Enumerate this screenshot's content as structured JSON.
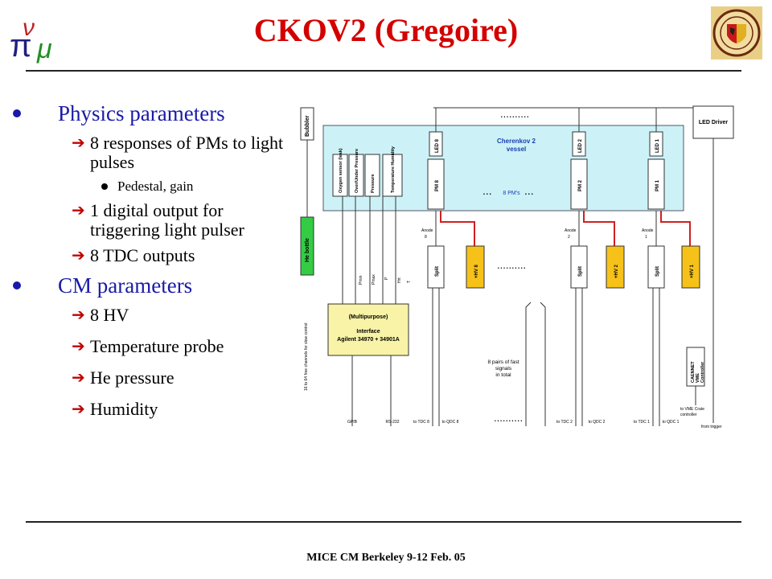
{
  "slide": {
    "title": "CKOV2 (Gregoire)",
    "footer": "MICE CM Berkeley 9-12 Feb. 05"
  },
  "bullets": {
    "physics": {
      "label": "Physics parameters",
      "items": [
        "8 responses of PMs to light pulses",
        "Pedestal, gain",
        "1 digital output for triggering light pulser",
        "8 TDC outputs"
      ]
    },
    "cm": {
      "label": "CM parameters",
      "items": [
        "8 HV",
        "Temperature probe",
        "He pressure",
        "Humidity"
      ]
    }
  },
  "diagram": {
    "bubbler": "Bubbler",
    "he_bottle": "He bottle",
    "led_driver": "LED Driver",
    "vessel_line1": "Cherenkov 2",
    "vessel_line2": "vessel",
    "pms_label": "8 PM's",
    "sensors": [
      "Oxygen sensor (leak)",
      "Over/Under Pressure",
      "Pressure",
      "Temperature Humidity"
    ],
    "leds": [
      "LED 8",
      "LED 2",
      "LED 1"
    ],
    "pms": [
      "PM 8",
      "PM 2",
      "PM 1"
    ],
    "anodes": [
      [
        "Anode",
        "8"
      ],
      [
        "Anode",
        "2"
      ],
      [
        "Anode",
        "1"
      ]
    ],
    "splits": [
      "Split",
      "Split",
      "Split"
    ],
    "hvs": [
      "+HV 8",
      "+HV 2",
      "+HV 1"
    ],
    "signal_labels": [
      "Pmin",
      "Pmax",
      "P",
      "Hrt",
      "T"
    ],
    "interface_lines": [
      "(Multipurpose)",
      "Interface",
      "Agilent 34970 + 34901A"
    ],
    "caennet": [
      "CAENNET",
      "VME",
      "Controller"
    ],
    "channels_note": "16 to 64 free channels for slow control",
    "fast_signals": [
      "8 pairs of fast",
      "signals",
      "in total"
    ],
    "vme_note": [
      "to VME Crate",
      "controller"
    ],
    "from_trigger": "from trigger",
    "bottom_labels": [
      "GPIB",
      "RS-232",
      "to TDC 8",
      "to QDC 8",
      "to TDC 2",
      "to QDC 2",
      "to TDC 1",
      "to QDC 1"
    ],
    "dots": ".........."
  }
}
